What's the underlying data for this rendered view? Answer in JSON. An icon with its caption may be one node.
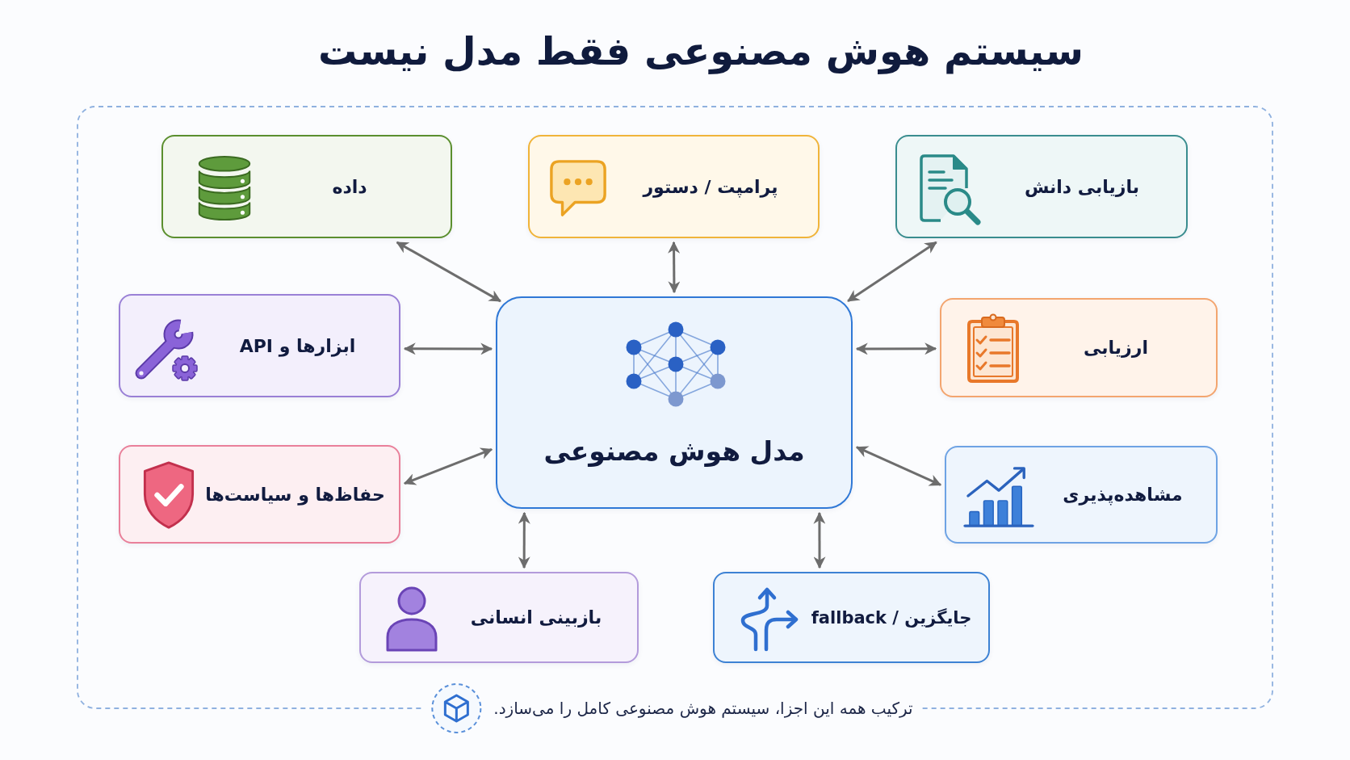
{
  "diagram": {
    "title": "سیستم هوش مصنوعی فقط مدل نیست",
    "nodes": [
      {
        "text": [
          "بازیابی دانش"
        ]
      },
      {
        "text": [
          "پرامپت / دستور"
        ]
      },
      {
        "text": [
          "داده"
        ]
      },
      {
        "text": [
          "ارزیابی"
        ]
      },
      {
        "text": [
          "مدل هوش مصنوعی"
        ]
      },
      {
        "text": [
          "ابزارها و API"
        ]
      },
      {
        "text": [
          "مشاهده‌پذیری"
        ]
      },
      {
        "text": [
          "حفاظ‌ها و سیاست‌ها"
        ]
      },
      {
        "text": [
          "جایگزین / fallback"
        ]
      },
      {
        "text": [
          "بازبینی انسانی"
        ]
      }
    ],
    "edges": [
      {
        "from": 0,
        "to": 4,
        "arrow": "both"
      },
      {
        "from": 1,
        "to": 4,
        "arrow": "both"
      },
      {
        "from": 2,
        "to": 4,
        "arrow": "both"
      },
      {
        "from": 3,
        "to": 4,
        "arrow": "both"
      },
      {
        "from": 5,
        "to": 4,
        "arrow": "both"
      },
      {
        "from": 6,
        "to": 4,
        "arrow": "both"
      },
      {
        "from": 7,
        "to": 4,
        "arrow": "both"
      },
      {
        "from": 8,
        "to": 4,
        "arrow": "both"
      },
      {
        "from": 9,
        "to": 4,
        "arrow": "both"
      }
    ],
    "caption": "ترکیب همه این اجزا، سیستم هوش مصنوعی کامل را می‌سازد."
  }
}
